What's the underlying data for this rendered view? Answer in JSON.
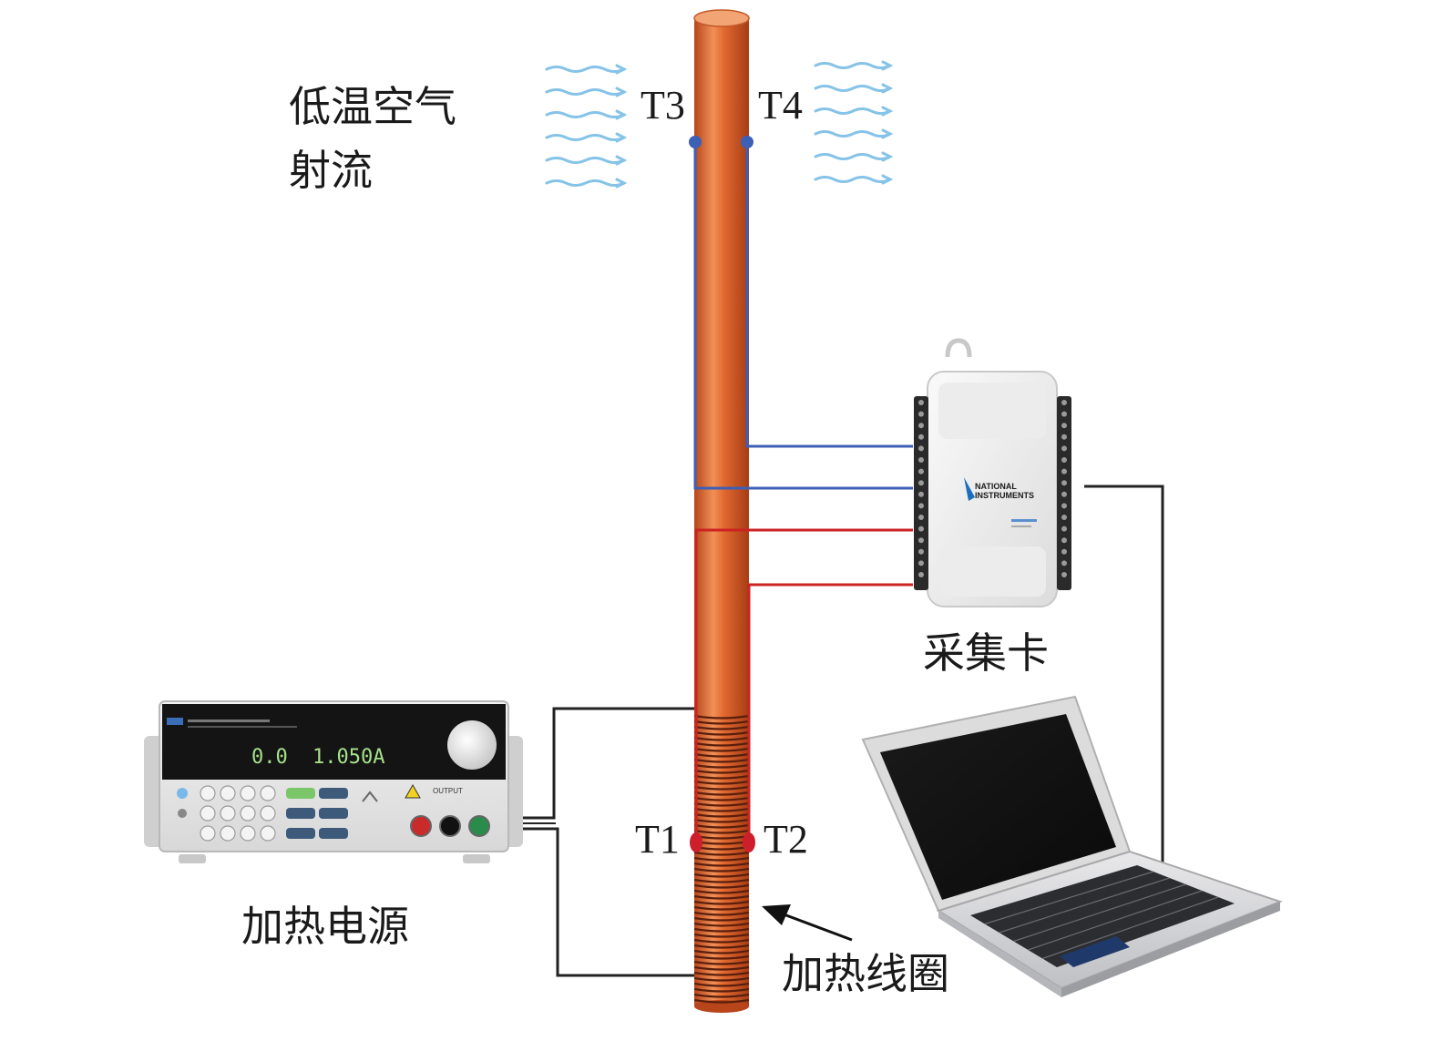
{
  "labels": {
    "cold_air_line1": "低温空气",
    "cold_air_line2": "射流",
    "sensor_t3": "T3",
    "sensor_t4": "T4",
    "sensor_t1": "T1",
    "sensor_t2": "T2",
    "daq_card": "采集卡",
    "power_supply": "加热电源",
    "heating_coil": "加热线圈"
  },
  "power_supply_display": {
    "voltage": "0.0",
    "current": "1.050A",
    "output_label": "OUTPUT"
  },
  "daq_brand": {
    "line1": "NATIONAL",
    "line2": "INSTRUMENTS"
  },
  "colors": {
    "tube": "#e0682f",
    "tube_highlight": "#f7a06a",
    "tube_shadow": "#b8461a",
    "blue_wire": "#3d5fb5",
    "red_wire": "#cc2222",
    "black_wire": "#222222",
    "airflow": "#86c3e8",
    "sensor_t12": "#cc1f2b",
    "coil": "#5a1e0c"
  }
}
